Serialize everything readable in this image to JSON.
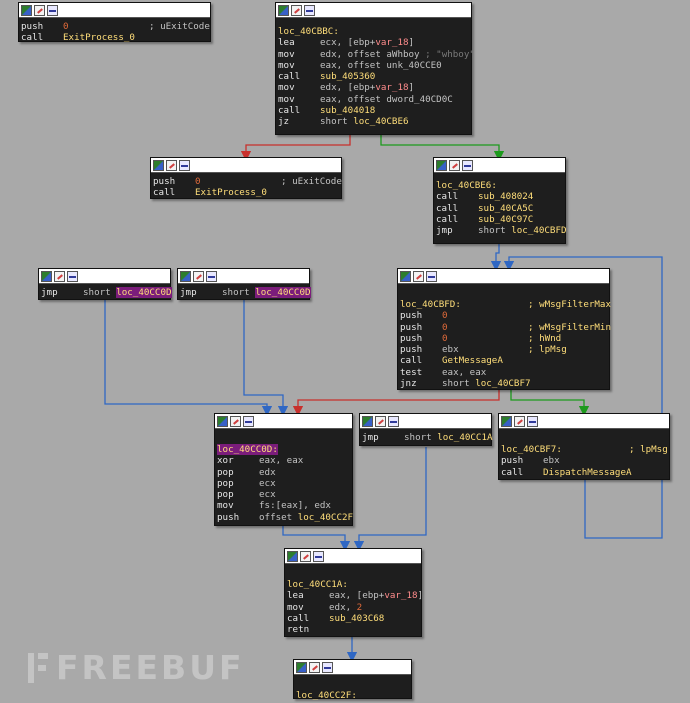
{
  "watermark": "FREEBUF",
  "colors": {
    "background": "#a9a9a9",
    "edge_true": "#1d9a1d",
    "edge_false": "#c8302c",
    "edge_uncond": "#2f67c4",
    "label": "#ffde7a",
    "number": "#e06a3a",
    "variable": "#ff8c8c"
  },
  "header_icons": [
    "graph-overview-icon",
    "edit-icon",
    "disassembly-icon"
  ],
  "blocks": {
    "exitprocess_top": {
      "lines": [
        {
          "mn": "push",
          "op": "0",
          "comment": "; uExitCode"
        },
        {
          "mn": "call",
          "op": "ExitProcess_0"
        }
      ]
    },
    "loc_40cbbc": {
      "label": "loc_40CBBC:",
      "lines": [
        {
          "mn": "lea",
          "op1": "ecx, [ebp+",
          "var": "var_18",
          "op2": "]"
        },
        {
          "mn": "mov",
          "op1": "edx, offset aWhboy",
          "str": " ; \"whboy\""
        },
        {
          "mn": "mov",
          "op1": "eax, offset unk_40CCE0"
        },
        {
          "mn": "call",
          "op": "sub_405360"
        },
        {
          "mn": "mov",
          "op1": "edx, [ebp+",
          "var": "var_18",
          "op2": "]"
        },
        {
          "mn": "mov",
          "op1": "eax, offset dword_40CD0C"
        },
        {
          "mn": "call",
          "op": "sub_404018"
        },
        {
          "mn": "jz",
          "op1": "short ",
          "target": "loc_40CBE6"
        }
      ]
    },
    "exitprocess_mid": {
      "lines": [
        {
          "mn": "push",
          "op": "0",
          "comment": "; uExitCode"
        },
        {
          "mn": "call",
          "op": "ExitProcess_0"
        }
      ]
    },
    "loc_40cbe6": {
      "label": "loc_40CBE6:",
      "lines": [
        {
          "mn": "call",
          "op": "sub_408024"
        },
        {
          "mn": "call",
          "op": "sub_40CA5C"
        },
        {
          "mn": "call",
          "op": "sub_40C97C"
        },
        {
          "mn": "jmp",
          "op1": "short ",
          "target": "loc_40CBFD"
        }
      ]
    },
    "jmp_a": {
      "mn": "jmp",
      "op1": "short ",
      "target": "loc_40CC0D"
    },
    "jmp_b": {
      "mn": "jmp",
      "op1": "short ",
      "target": "loc_40CC0D"
    },
    "loc_40cbfd": {
      "label": "loc_40CBFD:",
      "label_comment": "; wMsgFilterMax",
      "lines": [
        {
          "mn": "push",
          "op": "0"
        },
        {
          "mn": "push",
          "op": "0",
          "comment": "; wMsgFilterMin"
        },
        {
          "mn": "push",
          "op": "0",
          "comment": "; hWnd"
        },
        {
          "mn": "push",
          "op": "ebx",
          "comment": "; lpMsg"
        },
        {
          "mn": "call",
          "op": "GetMessageA"
        },
        {
          "mn": "test",
          "op1": "eax, eax"
        },
        {
          "mn": "jnz",
          "op1": "short ",
          "target": "loc_40CBF7"
        }
      ]
    },
    "loc_40cc0d": {
      "label": "loc_40CC0D:",
      "lines": [
        {
          "mn": "xor",
          "op1": "eax, eax"
        },
        {
          "mn": "pop",
          "op1": "edx"
        },
        {
          "mn": "pop",
          "op1": "ecx"
        },
        {
          "mn": "pop",
          "op1": "ecx"
        },
        {
          "mn": "mov",
          "op1": "fs:[eax], edx"
        },
        {
          "mn": "push",
          "op1": "offset ",
          "target": "loc_40CC2F"
        }
      ]
    },
    "jmp_c": {
      "mn": "jmp",
      "op1": "short ",
      "target": "loc_40CC1A"
    },
    "loc_40cbf7": {
      "label": "loc_40CBF7:",
      "label_comment": "; lpMsg",
      "lines": [
        {
          "mn": "push",
          "op1": "ebx"
        },
        {
          "mn": "call",
          "op": "DispatchMessageA"
        }
      ]
    },
    "loc_40cc1a": {
      "label": "loc_40CC1A:",
      "lines": [
        {
          "mn": "lea",
          "op1": "eax, [ebp+",
          "var": "var_18",
          "op2": "]"
        },
        {
          "mn": "mov",
          "op1": "edx, ",
          "num": "2"
        },
        {
          "mn": "call",
          "op": "sub_403C68"
        },
        {
          "mn": "retn"
        }
      ]
    },
    "loc_40cc2f": {
      "label_partial": "loc_40CC2F:"
    }
  }
}
